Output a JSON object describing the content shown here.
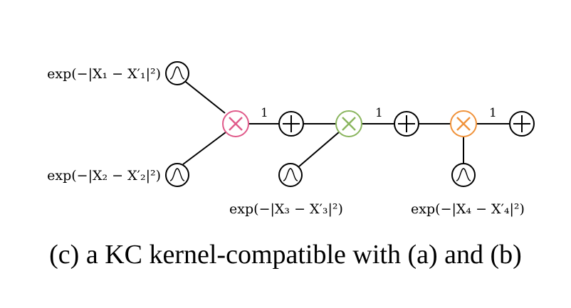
{
  "colors": {
    "product_1": "#e05a8a",
    "product_2": "#8ab55e",
    "product_3": "#f0923a",
    "ink": "#000000"
  },
  "icons": {
    "leaf": "gaussian-bump-icon",
    "sum": "plus-circle-icon",
    "product": "times-circle-icon"
  },
  "leaves": {
    "x1": {
      "label": "exp(−|X₁ − X′₁|²)"
    },
    "x2": {
      "label": "exp(−|X₂ − X′₂|²)"
    },
    "x3": {
      "label": "exp(−|X₃ − X′₃|²)"
    },
    "x4": {
      "label": "exp(−|X₄ − X′₄|²)"
    }
  },
  "edges": {
    "w1": "1",
    "w2": "1",
    "w3": "1"
  },
  "caption": "(c) a KC kernel-compatible with (a) and (b)"
}
